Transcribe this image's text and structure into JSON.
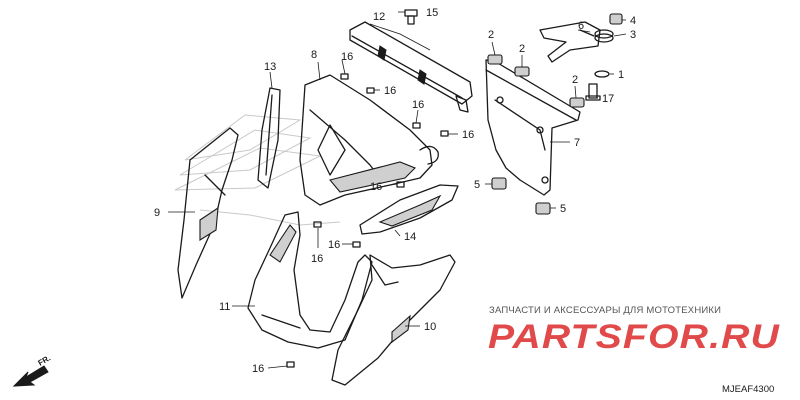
{
  "diagram": {
    "watermark_caption": "ЗАПЧАСТИ И АКСЕССУАРЫ ДЛЯ МОТОТЕХНИКИ",
    "watermark_logo": "PARTSFOR.RU",
    "diagram_code": "MJEAF4300",
    "direction_marker": "FR.",
    "callouts": [
      {
        "id": "c1",
        "label": "1"
      },
      {
        "id": "c2a",
        "label": "2"
      },
      {
        "id": "c2b",
        "label": "2"
      },
      {
        "id": "c2c",
        "label": "2"
      },
      {
        "id": "c3",
        "label": "3"
      },
      {
        "id": "c4",
        "label": "4"
      },
      {
        "id": "c5a",
        "label": "5"
      },
      {
        "id": "c5b",
        "label": "5"
      },
      {
        "id": "c6",
        "label": "6"
      },
      {
        "id": "c7",
        "label": "7"
      },
      {
        "id": "c8",
        "label": "8"
      },
      {
        "id": "c9",
        "label": "9"
      },
      {
        "id": "c10",
        "label": "10"
      },
      {
        "id": "c11",
        "label": "11"
      },
      {
        "id": "c12",
        "label": "12"
      },
      {
        "id": "c13",
        "label": "13"
      },
      {
        "id": "c14",
        "label": "14"
      },
      {
        "id": "c15",
        "label": "15"
      },
      {
        "id": "c16a",
        "label": "16"
      },
      {
        "id": "c16b",
        "label": "16"
      },
      {
        "id": "c16c",
        "label": "16"
      },
      {
        "id": "c16d",
        "label": "16"
      },
      {
        "id": "c16e",
        "label": "16"
      },
      {
        "id": "c16f",
        "label": "16"
      },
      {
        "id": "c16g",
        "label": "16"
      },
      {
        "id": "c16h",
        "label": "16"
      },
      {
        "id": "c17",
        "label": "17"
      }
    ]
  }
}
